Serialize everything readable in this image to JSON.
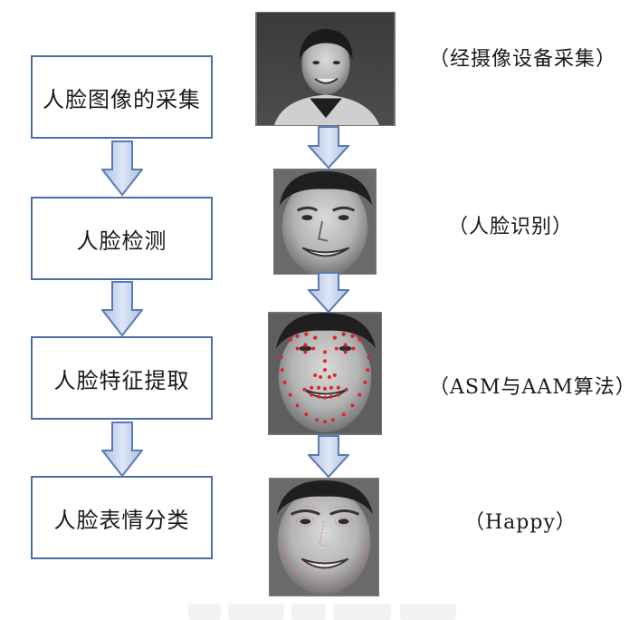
{
  "steps": [
    {
      "label": "人脸图像的采集"
    },
    {
      "label": "人脸检测"
    },
    {
      "label": "人脸特征提取"
    },
    {
      "label": "人脸表情分类"
    }
  ],
  "captions": [
    {
      "text": "（经摄像设备采集）"
    },
    {
      "text": "（人脸识别）"
    },
    {
      "text": "（ASM与AAM算法）"
    },
    {
      "text": "（Happy）"
    }
  ],
  "photos": [
    {
      "name": "full-photo-image"
    },
    {
      "name": "detected-face-image"
    },
    {
      "name": "landmark-face-image"
    },
    {
      "name": "classified-face-image"
    }
  ],
  "colors": {
    "box_border": "#4a6fa5",
    "arrow_fill": "#c5d3ec",
    "arrow_stroke": "#5a7ab5",
    "landmark": "#e0222a"
  }
}
